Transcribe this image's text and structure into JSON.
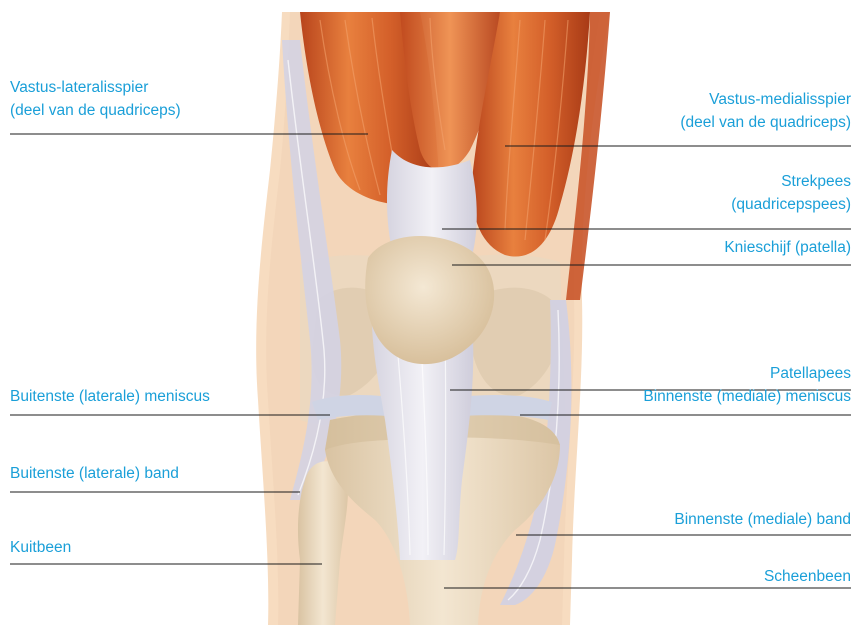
{
  "colors": {
    "label": "#1a9fd8",
    "leader": "#1b1b1b",
    "skin": "#f6dcc0",
    "muscle": "#d9662c",
    "tendon": "#e6e4ec",
    "bone": "#ecdcc3"
  },
  "labels": {
    "vastus_lateralis": {
      "line1": "Vastus-lateralisspier",
      "line2": "(deel van de quadriceps)"
    },
    "vastus_medialis": {
      "line1": "Vastus-medialisspier",
      "line2": "(deel van de quadriceps)"
    },
    "strekpees": {
      "line1": "Strekpees",
      "line2": "(quadricepspees)"
    },
    "knieschijf": "Knieschijf (patella)",
    "patellapees": "Patellapees",
    "buitenste_meniscus": "Buitenste (laterale) meniscus",
    "binnenste_meniscus": "Binnenste (mediale) meniscus",
    "buitenste_band": "Buitenste (laterale) band",
    "binnenste_band": "Binnenste (mediale) band",
    "kuitbeen": "Kuitbeen",
    "scheenbeen": "Scheenbeen"
  }
}
